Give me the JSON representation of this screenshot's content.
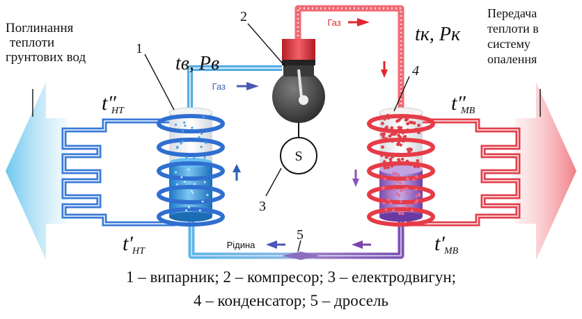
{
  "labels": {
    "left_note": [
      "Поглинання",
      "теплоти",
      "грунтових  вод"
    ],
    "right_note": [
      "Передача",
      "теплоти в",
      "систему",
      "опалення"
    ],
    "gas_top": "Газ",
    "gas_left": "Газ",
    "liquid": "Рідина",
    "motor_symbol": "S",
    "t_v_p_v": "tв, Pв",
    "t_k_p_k": "tк, Pк",
    "t_nt_out": "t″",
    "t_nt_out_sub": "НТ",
    "t_nt_in": "t′",
    "t_nt_in_sub": "НТ",
    "t_mv_out": "t″",
    "t_mv_out_sub": "МВ",
    "t_mv_in": "t′",
    "t_mv_in_sub": "МВ",
    "n1": "1",
    "n2": "2",
    "n3": "3",
    "n4": "4",
    "n5": "5"
  },
  "caption": {
    "line1": "1 – випарник; 2 – компресор; 3 – електродвигун;",
    "line2": "4 – конденсатор; 5 – дросель"
  },
  "colors": {
    "cold": "#2a86cf",
    "hot": "#e5404b",
    "violet": "#8a54b8",
    "arrow_blue": "#4b57b5",
    "arrow_red": "#e0262f"
  }
}
